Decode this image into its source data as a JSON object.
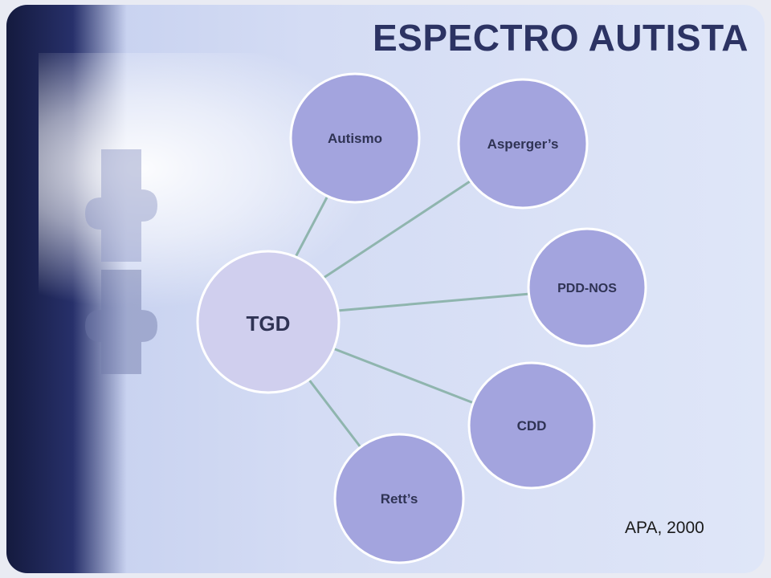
{
  "title": "ESPECTRO AUTISTA",
  "center": {
    "label": "TGD"
  },
  "nodes": [
    {
      "id": "autismo",
      "label": "Autismo"
    },
    {
      "id": "asperger",
      "label": "Asperger’s"
    },
    {
      "id": "pdd-nos",
      "label": "PDD-NOS"
    },
    {
      "id": "cdd",
      "label": "CDD"
    },
    {
      "id": "retts",
      "label": "Rett’s"
    }
  ],
  "citation": "APA, 2000",
  "colors": {
    "title": "#2c3363",
    "node_fill": "#a3a4de",
    "center_fill": "#d0cfee",
    "node_stroke": "#ffffff",
    "connector": "#8fb5ae"
  }
}
